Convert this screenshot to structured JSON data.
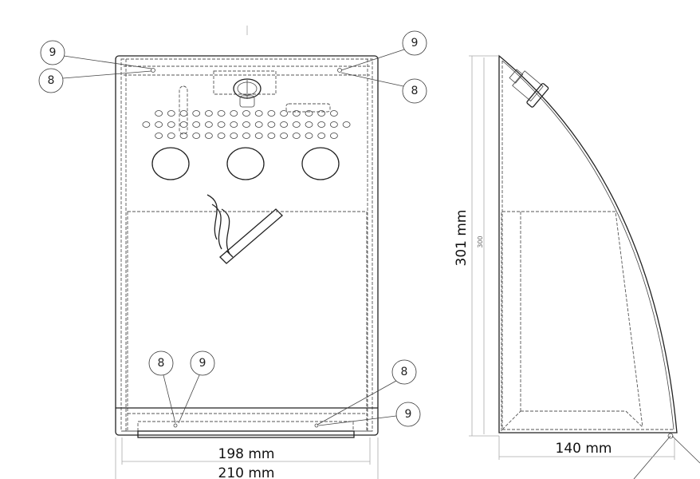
{
  "front_view": {
    "dimensions": {
      "inner_width": "198 mm",
      "outer_width": "210 mm"
    },
    "callouts": [
      {
        "label": "9"
      },
      {
        "label": "8"
      },
      {
        "label": "9"
      },
      {
        "label": "8"
      },
      {
        "label": "8"
      },
      {
        "label": "9"
      },
      {
        "label": "8"
      },
      {
        "label": "9"
      }
    ],
    "vent_holes_per_row": [
      15,
      17,
      15
    ],
    "large_openings": 3
  },
  "side_view": {
    "dimensions": {
      "height": "301 mm",
      "height_reference": "300",
      "depth": "140 mm"
    }
  }
}
